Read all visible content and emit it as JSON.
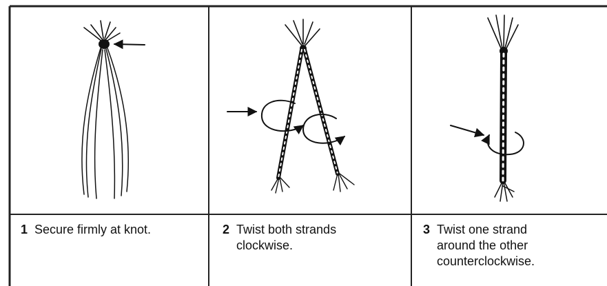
{
  "panels": [
    {
      "number": "1",
      "lines": [
        "Secure firmly at knot."
      ]
    },
    {
      "number": "2",
      "lines": [
        "Twist both strands",
        "clockwise."
      ]
    },
    {
      "number": "3",
      "lines": [
        "Twist one strand",
        "around the other",
        "counterclockwise."
      ]
    }
  ]
}
